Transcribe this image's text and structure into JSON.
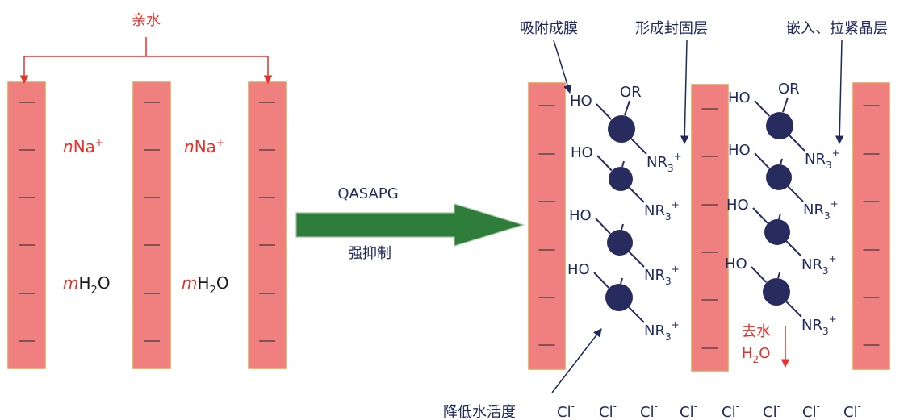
{
  "colors": {
    "plate_fill": "#f07f7f",
    "plate_stroke": "#e39a5a",
    "dash": "#3a3a3a",
    "hydrophilic": "#e8302a",
    "molecule": "#272b5e",
    "arrow_fill": "#2e7d3a",
    "label": "#1f2a5c"
  },
  "left": {
    "hydrophilic_label": "亲水",
    "cations": [
      "n",
      "Na",
      "+"
    ],
    "water": [
      "m",
      "H",
      "2",
      "O"
    ]
  },
  "arrow": {
    "top_label": "QASAPG",
    "bottom_label": "强抑制"
  },
  "right": {
    "callout_adsorb": "吸附成膜",
    "callout_seal": "形成封固层",
    "callout_embed": "嵌入、拉紧晶层",
    "callout_activity": "降低水活度",
    "dehydrate_label": "去水",
    "water_out": [
      "H",
      "2",
      "O"
    ],
    "molecule_labels": {
      "ho": "HO",
      "or": "OR",
      "nr": "NR",
      "nr_sub": "3",
      "nr_sup": "+"
    },
    "chloride": {
      "symbol": "Cl",
      "charge": "-"
    }
  }
}
